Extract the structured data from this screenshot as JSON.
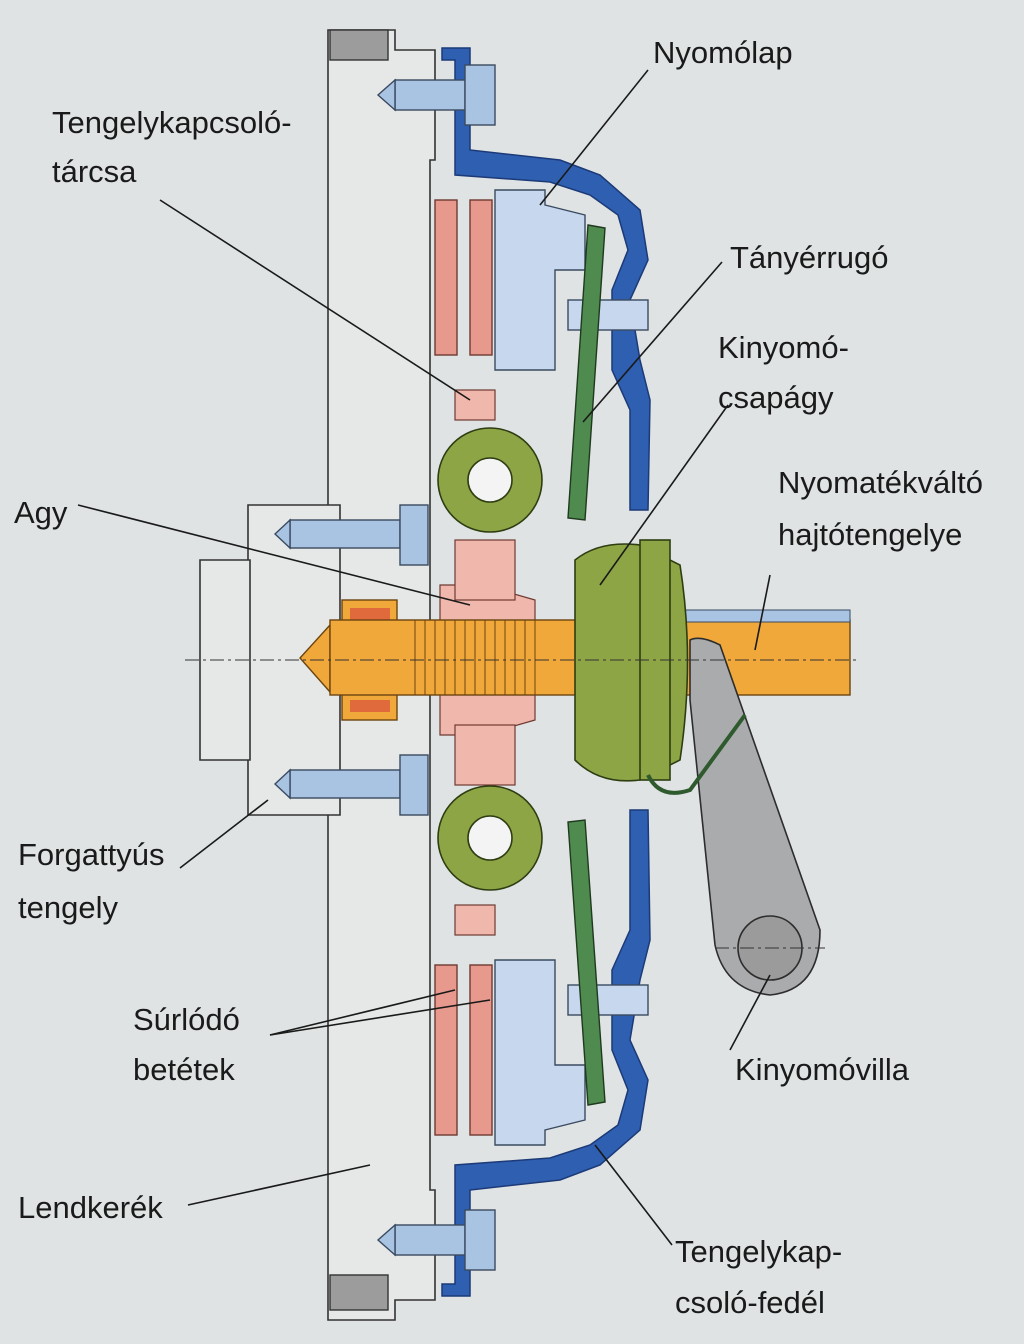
{
  "labels": {
    "nyomolap": "Nyomólap",
    "tarcsa_1": "Tengelykapcsoló-",
    "tarcsa_2": "tárcsa",
    "tanyerrugo": "Tányérrugó",
    "kinyomo_csapagy_1": "Kinyomó-",
    "kinyomo_csapagy_2": "csapágy",
    "nyomatekvalto_1": "Nyomatékváltó",
    "nyomatekvalto_2": "hajtótengelye",
    "agy": "Agy",
    "forgattyus_1": "Forgattyús",
    "forgattyus_2": "tengely",
    "surlodo_1": "Súrlódó",
    "surlodo_2": "betétek",
    "kinyomovilla": "Kinyomóvilla",
    "lendkerek": "Lendkerék",
    "fedel_1": "Tengelykap-",
    "fedel_2": "csoló-fedél"
  },
  "colors": {
    "cover": "#2f5fb0",
    "bolts": "#a9c4e2",
    "pressure_plate": "#c6d7ee",
    "diaphragm_spring": "#4f8a4e",
    "bearing_and_dampers": "#8da545",
    "friction_linings": "#e8998d",
    "hub": "#f0b7ad",
    "shafts": "#f0a83a",
    "release_fork": "#a9abad",
    "background": "#dfe3e3"
  }
}
